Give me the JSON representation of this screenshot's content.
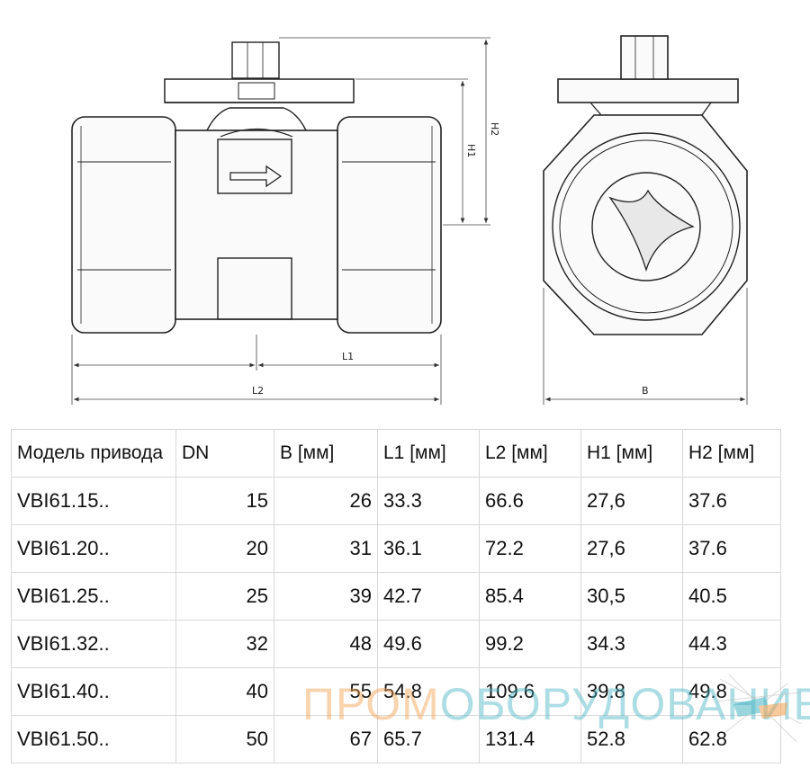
{
  "drawing": {
    "labels": {
      "l1": "L1",
      "l2": "L2",
      "h1": "H1",
      "h2": "H2",
      "b": "B"
    }
  },
  "table": {
    "headers": [
      "Модель привода",
      "DN",
      "B  [мм]",
      "L1  [мм]",
      "L2  [мм]",
      "H1  [мм]",
      "H2  [мм]"
    ],
    "rows": [
      [
        "VBI61.15..",
        "15",
        "26",
        "33.3",
        "66.6",
        "27,6",
        "37.6"
      ],
      [
        "VBI61.20..",
        "20",
        "31",
        "36.1",
        "72.2",
        "27,6",
        "37.6"
      ],
      [
        "VBI61.25..",
        "25",
        "39",
        "42.7",
        "85.4",
        "30,5",
        "40.5"
      ],
      [
        "VBI61.32..",
        "32",
        "48",
        "49.6",
        "99.2",
        "34.3",
        "44.3"
      ],
      [
        "VBI61.40..",
        "40",
        "55",
        "54.8",
        "109.6",
        "39.8",
        "49.8"
      ],
      [
        "VBI61.50..",
        "50",
        "67",
        "65.7",
        "131.4",
        "52.8",
        "62.8"
      ]
    ]
  },
  "watermark": {
    "part1": "ПРОМ",
    "part2": "ОБОРУДОВАНИЕ"
  },
  "colors": {
    "watermark_orange": "#f3a04e",
    "watermark_teal": "#4ab5c4"
  }
}
